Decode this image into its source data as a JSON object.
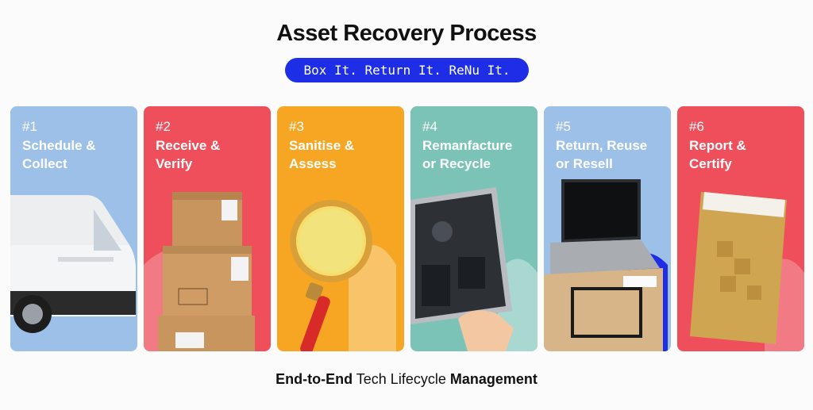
{
  "header": {
    "title": "Asset Recovery Process",
    "tagline": "Box It. Return It. ReNu It."
  },
  "steps": [
    {
      "number": "#1",
      "label": "Schedule &\nCollect",
      "color": "#9cc0e8",
      "image": "van-icon"
    },
    {
      "number": "#2",
      "label": "Receive &\nVerify",
      "color": "#ef4e5b",
      "image": "stacked-boxes-icon"
    },
    {
      "number": "#3",
      "label": "Sanitise &\nAssess",
      "color": "#f6a623",
      "image": "magnifying-glass-icon"
    },
    {
      "number": "#4",
      "label": "Remanfacture\nor Recycle",
      "color": "#7ac3b6",
      "image": "open-laptop-internals-icon"
    },
    {
      "number": "#5",
      "label": "Return, Reuse\nor Resell",
      "color": "#9cc0e8",
      "image": "laptop-in-box-icon"
    },
    {
      "number": "#6",
      "label": "Report &\nCertify",
      "color": "#ef4e5b",
      "image": "envelope-icon"
    }
  ],
  "footer": {
    "part1": "End-to-End",
    "part2": " Tech Lifecycle ",
    "part3": "Management"
  },
  "colors": {
    "accent_blue": "#1d2ee6",
    "card_blue": "#9cc0e8",
    "card_red": "#ef4e5b",
    "card_orange": "#f6a623",
    "card_teal": "#7ac3b6"
  }
}
